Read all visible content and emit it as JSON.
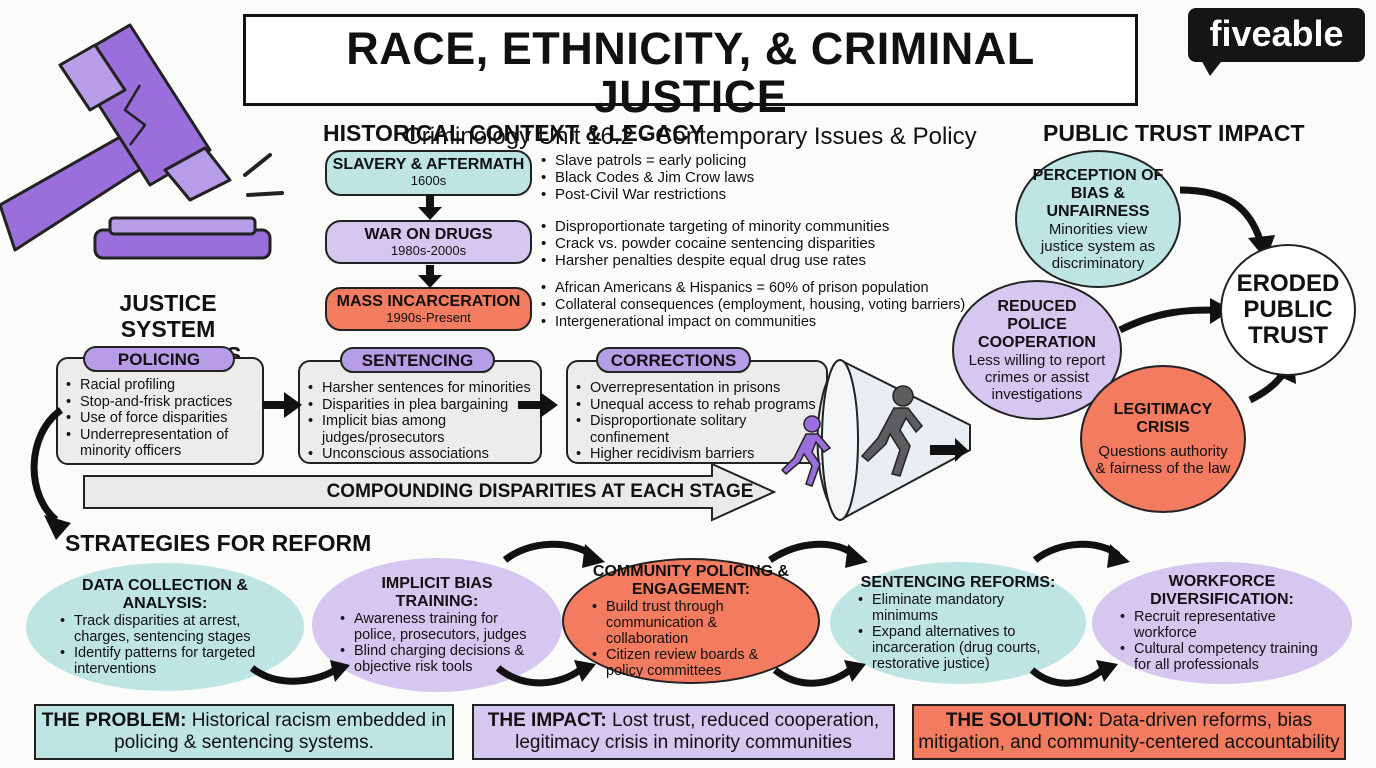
{
  "header": {
    "title": "RACE, ETHNICITY, & CRIMINAL JUSTICE",
    "subtitle": "Criminology Unit 16.2 - Contemporary Issues & Policy",
    "logo": "fiveable"
  },
  "historical": {
    "title": "HISTORICAL CONTEXT & LEGACY",
    "eras": [
      {
        "name": "SLAVERY & AFTERMATH",
        "dates": "1600s",
        "color": "#bfe4e4",
        "bullets": [
          "Slave patrols = early policing",
          "Black Codes & Jim Crow laws",
          "Post-Civil War restrictions"
        ]
      },
      {
        "name": "WAR ON DRUGS",
        "dates": "1980s-2000s",
        "color": "#d6c7f1",
        "bullets": [
          "Disproportionate targeting of minority communities",
          "Crack vs. powder cocaine sentencing disparities",
          "Harsher penalties despite equal drug use rates"
        ]
      },
      {
        "name": "MASS INCARCERATION",
        "dates": "1990s-Present",
        "color": "#f27b60",
        "bullets": [
          "African Americans & Hispanics = 60% of prison population",
          "Collateral consequences (employment, housing, voting barriers)",
          "Intergenerational impact on communities"
        ]
      }
    ]
  },
  "justice": {
    "title_line1": "JUSTICE SYSTEM",
    "title_line2": "INFLUENCES",
    "stages": [
      {
        "name": "POLICING",
        "bullets": [
          "Racial profiling",
          "Stop-and-frisk practices",
          "Use of force disparities",
          "Underrepresentation of minority officers"
        ]
      },
      {
        "name": "SENTENCING",
        "bullets": [
          "Harsher sentences for minorities",
          "Disparities in plea bargaining",
          "Implicit bias among judges/prosecutors",
          "Unconscious associations"
        ]
      },
      {
        "name": "CORRECTIONS",
        "bullets": [
          "Overrepresentation in prisons",
          "Unequal access to rehab programs",
          "Disproportionate solitary confinement",
          "Higher recidivism barriers"
        ]
      }
    ],
    "compounding_label": "COMPOUNDING DISPARITIES AT EACH STAGE"
  },
  "trust": {
    "title": "PUBLIC TRUST IMPACT",
    "circles": [
      {
        "title": "PERCEPTION OF BIAS & UNFAIRNESS",
        "desc": "Minorities view justice system as discriminatory",
        "color": "#bfe4e4"
      },
      {
        "title": "REDUCED POLICE COOPERATION",
        "desc": "Less willing to report crimes or assist investigations",
        "color": "#d6c7f1"
      },
      {
        "title": "LEGITIMACY CRISIS",
        "desc": "Questions authority & fairness of the law",
        "color": "#f27b60"
      }
    ],
    "outcome": "ERODED PUBLIC TRUST"
  },
  "reform": {
    "title": "STRATEGIES FOR REFORM",
    "strategies": [
      {
        "title": "DATA COLLECTION & ANALYSIS:",
        "bullets": [
          "Track disparities at arrest, charges, sentencing stages",
          "Identify patterns for targeted interventions"
        ],
        "color": "#bfe4e4"
      },
      {
        "title": "IMPLICIT BIAS TRAINING:",
        "bullets": [
          "Awareness training for police, prosecutors, judges",
          "Blind charging decisions & objective risk tools"
        ],
        "color": "#d6c7f1"
      },
      {
        "title": "COMMUNITY POLICING & ENGAGEMENT:",
        "bullets": [
          "Build trust through communication & collaboration",
          "Citizen review boards & policy committees"
        ],
        "color": "#f27b60"
      },
      {
        "title": "SENTENCING REFORMS:",
        "bullets": [
          "Eliminate mandatory minimums",
          "Expand alternatives to incarceration (drug courts, restorative justice)"
        ],
        "color": "#bfe4e4"
      },
      {
        "title": "WORKFORCE DIVERSIFICATION:",
        "bullets": [
          "Recruit representative workforce",
          "Cultural competency training for all professionals"
        ],
        "color": "#d6c7f1"
      }
    ]
  },
  "summary": {
    "problem": {
      "label": "THE PROBLEM:",
      "text": "Historical racism embedded in policing & sentencing systems.",
      "color": "#bfe4e4"
    },
    "impact": {
      "label": "THE IMPACT:",
      "text": "Lost trust, reduced cooperation, legitimacy crisis in minority communities",
      "color": "#d6c7f1"
    },
    "solution": {
      "label": "THE SOLUTION:",
      "text": "Data-driven reforms, bias mitigation, and community-centered accountability",
      "color": "#f27b60"
    }
  },
  "icons": [
    "gavel-icon",
    "funnel-icon",
    "running-person-icon",
    "arrow-icon"
  ]
}
